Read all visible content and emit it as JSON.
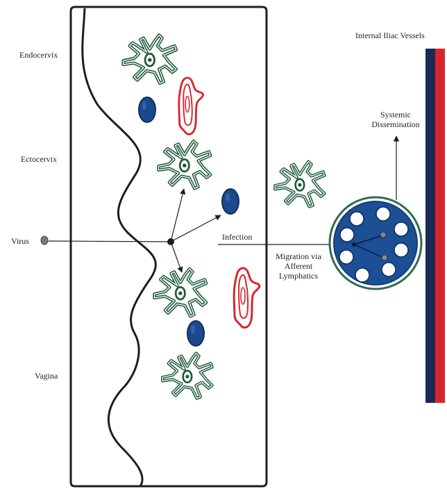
{
  "labels": {
    "endocervix": "Endocervix",
    "ectocervix": "Ectocervix",
    "virus": "Virus",
    "vagina": "Vagina",
    "infection": "Infection",
    "migration_line1": "Migration via",
    "migration_line2": "Afferent",
    "migration_line3": "Lymphatics",
    "systemic_line1": "Systemic",
    "systemic_line2": "Dissemination",
    "vessels": "Internal Iliac Vessels"
  },
  "colors": {
    "outline": "#1e1e1e",
    "dendritic_cell": "#1f5a3a",
    "t_cell": "#1a4a8c",
    "t_cell_dark": "#0f2e5f",
    "macrophage": "#d8262c",
    "lymph_node": "#1c4f94",
    "lymph_node_ring": "#2f6b52",
    "vessel_dark": "#1b2a55",
    "vessel_red": "#d8262c",
    "virus": "#7a7a7a"
  },
  "icons": {
    "dendritic_cell": "dendritic-cell-icon",
    "t_cell": "t-cell-icon",
    "macrophage": "macrophage-icon",
    "lymph_node": "lymph-node-icon",
    "virus": "virus-particle-icon"
  }
}
